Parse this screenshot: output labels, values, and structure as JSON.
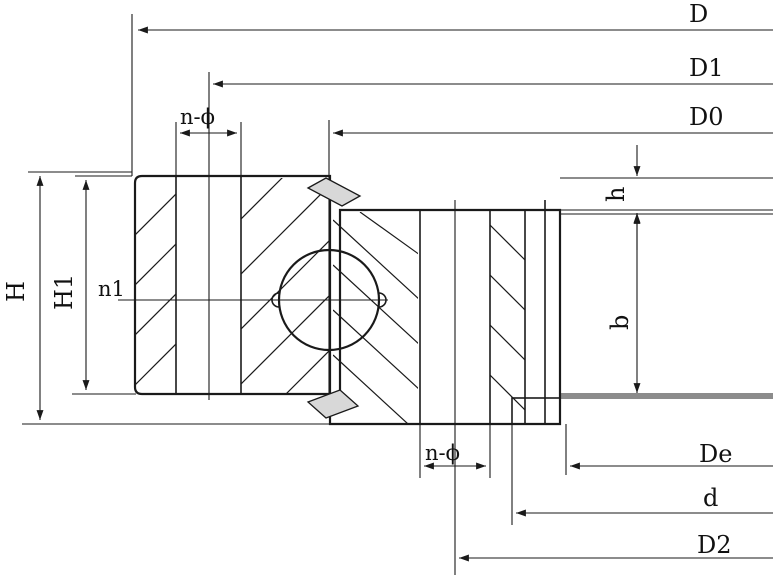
{
  "labels": {
    "D": "D",
    "D1": "D1",
    "D0": "D0",
    "h": "h",
    "H": "H",
    "H1": "H1",
    "n1": "n1",
    "b": "b",
    "n_phi_top": "n-ϕ",
    "n_phi_bottom": "n-ϕ",
    "De": "De",
    "d": "d",
    "D2": "D2"
  },
  "colors": {
    "ink": "#1a1a1a",
    "seal_fill": "#d8d8d8",
    "background": "#ffffff"
  }
}
